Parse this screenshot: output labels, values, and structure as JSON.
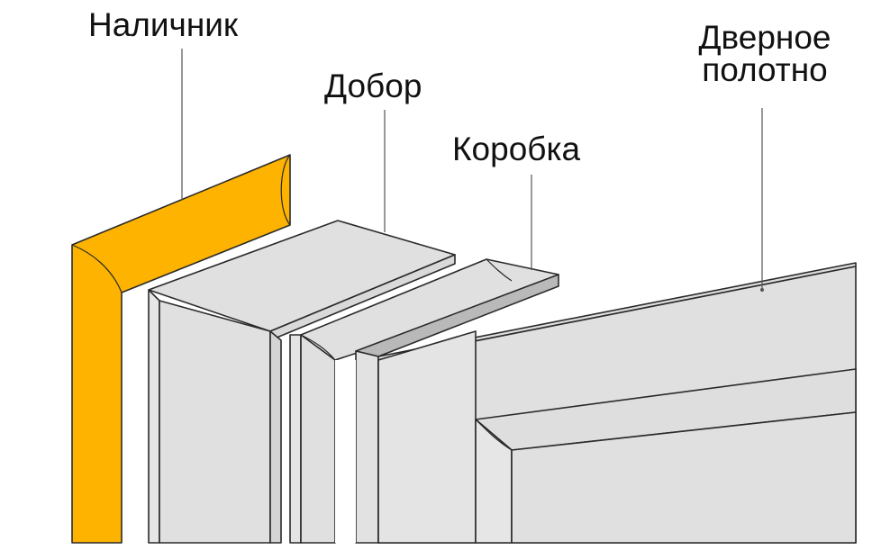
{
  "labels": {
    "casing": "Наличник",
    "extension": "Добор",
    "box": "Коробка",
    "door_leaf_line1": "Дверное",
    "door_leaf_line2": "полотно"
  },
  "colors": {
    "casing": "#fdb300",
    "part_face": "#e0e0e0",
    "part_side": "#d6d6d6",
    "part_shadow": "#b9b9b9",
    "outline": "#2a2a2a",
    "background": "#ffffff"
  }
}
